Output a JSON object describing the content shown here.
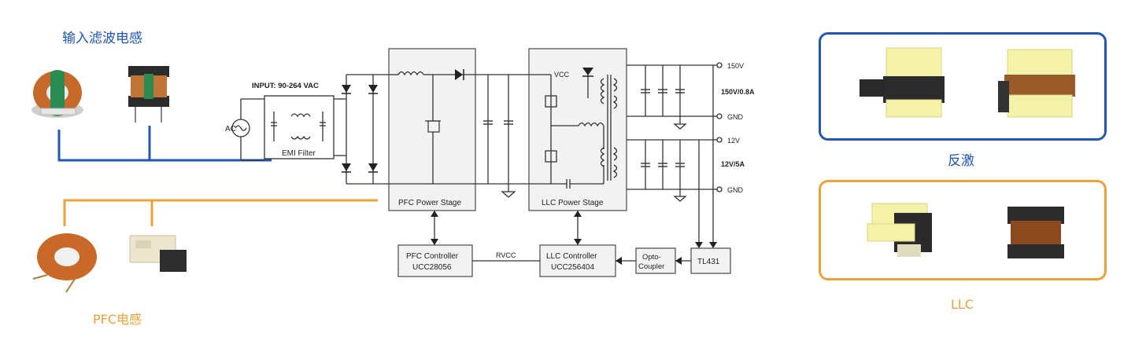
{
  "emi_caption": "输入滤波电感",
  "pfc_caption": "PFC电感",
  "flyback_caption": "反激",
  "llc_caption": "LLC",
  "schematic": {
    "input_label": "INPUT: 90-264 VAC",
    "ac_label": "AC",
    "emi_filter": "EMI Filter",
    "pfc_stage": "PFC Power Stage",
    "llc_stage": "LLC Power Stage",
    "vcc": "VCC",
    "out_150v": "150V",
    "out_150v_rating": "150V/0.8A",
    "gnd_1": "GND",
    "out_12v": "12V",
    "out_12v_rating": "12V/5A",
    "gnd_2": "GND",
    "pfc_controller_1": "PFC Controller",
    "pfc_controller_2": "UCC28056",
    "rvcc": "RVCC",
    "llc_controller_1": "LLC Controller",
    "llc_controller_2": "UCC256404",
    "opto_1": "Opto-",
    "opto_2": "Coupler",
    "tl431": "TL431"
  },
  "colors": {
    "blue": "#2457b0",
    "orange": "#eba23c"
  }
}
